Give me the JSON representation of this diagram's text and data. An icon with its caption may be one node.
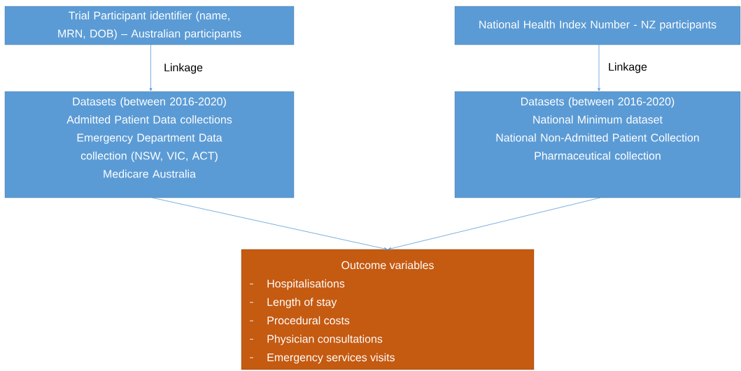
{
  "diagram": {
    "nodes": [
      {
        "text": [
          "Trial Participant identifier (name, MRN, DOB) – Australian participants"
        ]
      },
      {
        "text": [
          "National Health Index Number - NZ participants"
        ]
      },
      {
        "text": [
          "Datasets (between 2016-2020)",
          "Admitted Patient Data collections",
          "Emergency Department Data collection (NSW, VIC, ACT)",
          "Medicare Australia"
        ]
      },
      {
        "text": [
          "Datasets (between 2016-2020)",
          "National Minimum dataset",
          "National Non-Admitted Patient Collection",
          "Pharmaceutical collection"
        ]
      },
      {
        "text": [
          "Outcome variables",
          "Hospitalisations",
          "Length of stay",
          "Procedural costs",
          "Physician consultations",
          "Emergency services visits"
        ]
      }
    ],
    "edges": [
      {
        "from": 0,
        "to": 2,
        "arrow": "to",
        "label": "Linkage"
      },
      {
        "from": 1,
        "to": 3,
        "arrow": "to",
        "label": "Linkage"
      },
      {
        "from": 2,
        "to": 4,
        "arrow": "to"
      },
      {
        "from": 3,
        "to": 4,
        "arrow": "to"
      }
    ]
  }
}
